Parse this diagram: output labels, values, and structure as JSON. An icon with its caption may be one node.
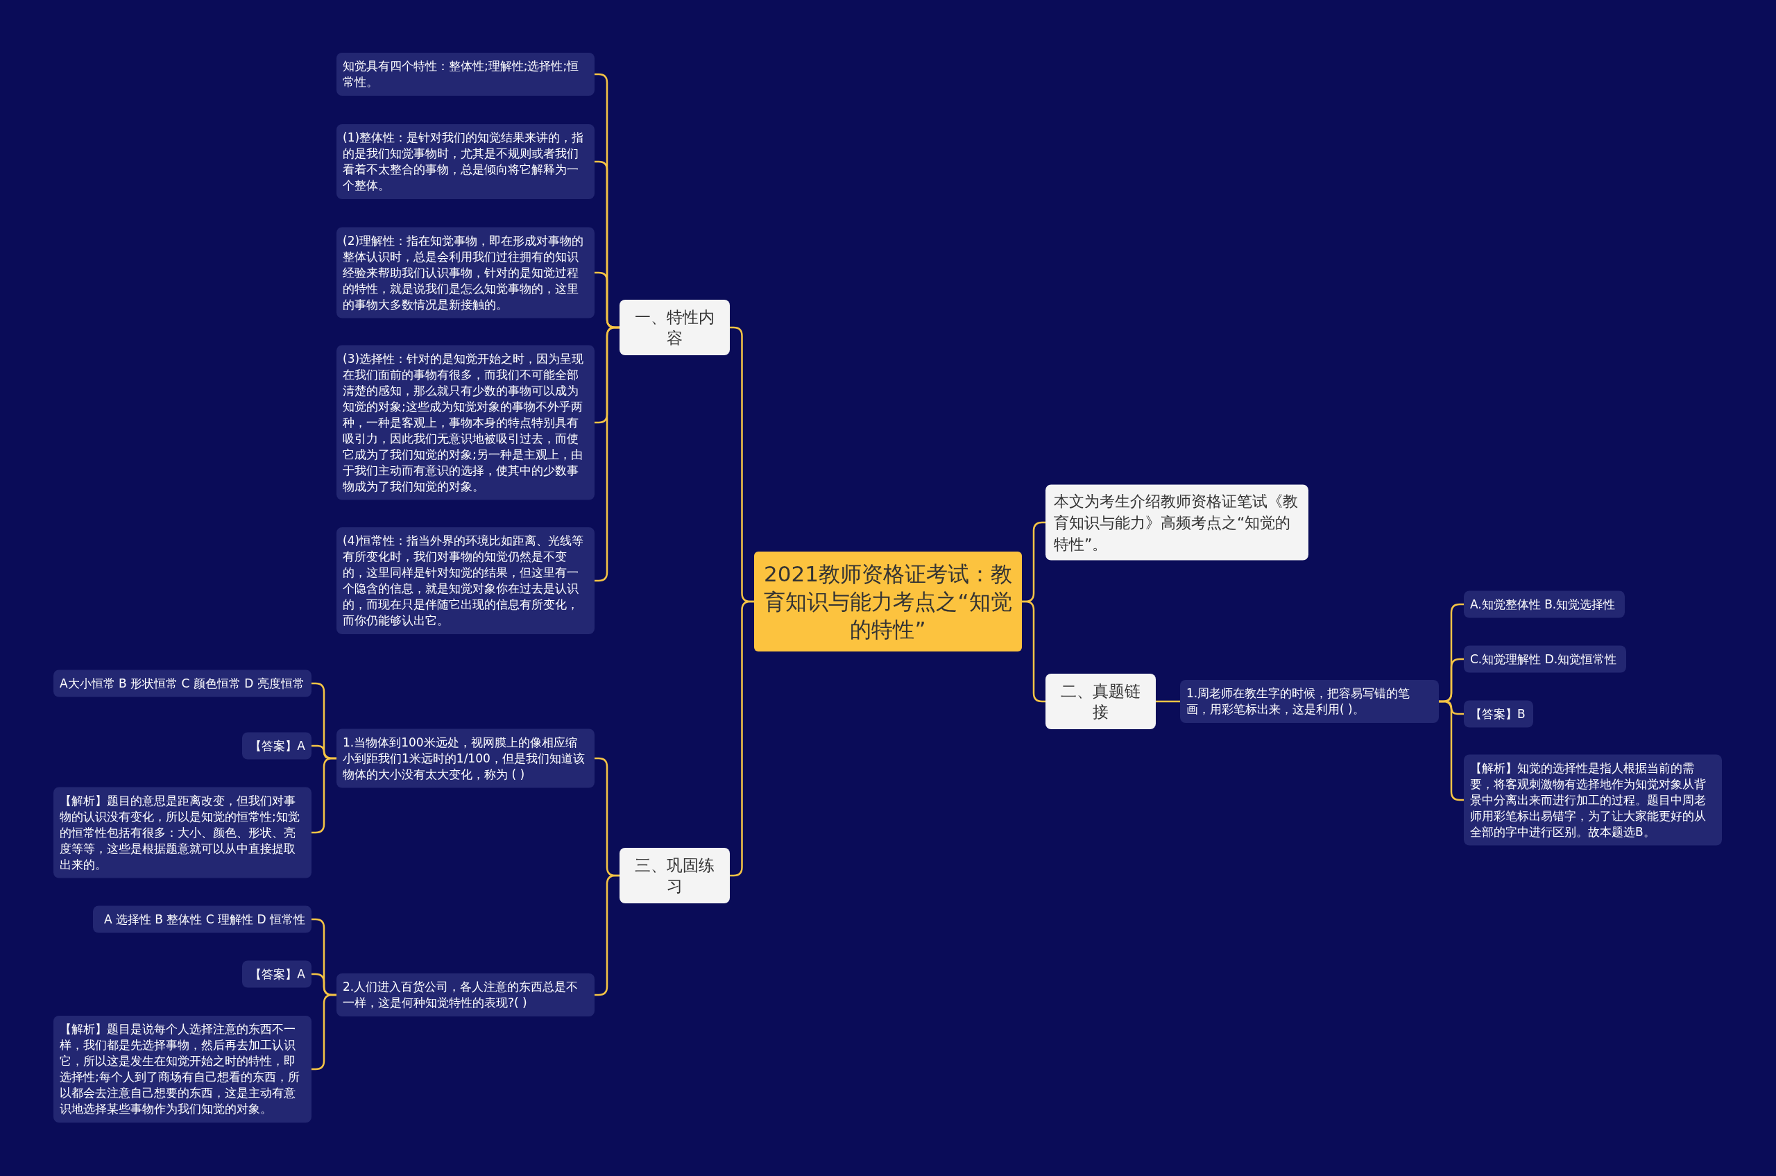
{
  "diagram": {
    "nodes": [
      {
        "text": [
          "2021教师资格证考试：教育知识与能力考点之“知觉的特性”"
        ]
      },
      {
        "text": [
          "一、特性内容"
        ]
      },
      {
        "text": [
          "知觉具有四个特性：整体性;理解性;选择性;恒常性。"
        ]
      },
      {
        "text": [
          "(1)整体性：是针对我们的知觉结果来讲的，指的是我们知觉事物时，尤其是不规则或者我们看着不太整合的事物，总是倾向将它解释为一个整体。"
        ]
      },
      {
        "text": [
          "(2)理解性：指在知觉事物，即在形成对事物的整体认识时，总是会利用我们过往拥有的知识经验来帮助我们认识事物，针对的是知觉过程的特性，就是说我们是怎么知觉事物的，这里的事物大多数情况是新接触的。"
        ]
      },
      {
        "text": [
          "(3)选择性：针对的是知觉开始之时，因为呈现在我们面前的事物有很多，而我们不可能全部清楚的感知，那么就只有少数的事物可以成为知觉的对象;这些成为知觉对象的事物不外乎两种，一种是客观上，事物本身的特点特别具有吸引力，因此我们无意识地被吸引过去，而使它成为了我们知觉的对象;另一种是主观上，由于我们主动而有意识的选择，使其中的少数事物成为了我们知觉的对象。"
        ]
      },
      {
        "text": [
          "(4)恒常性：指当外界的环境比如距离、光线等有所变化时，我们对事物的知觉仍然是不变的，这里同样是针对知觉的结果，但这里有一个隐含的信息，就是知觉对象你在过去是认识的，而现在只是伴随它出现的信息有所变化，而你仍能够认出它。"
        ]
      },
      {
        "text": [
          "本文为考生介绍教师资格证笔试《教育知识与能力》高频考点之“知觉的特性”。"
        ]
      },
      {
        "text": [
          "二、真题链接"
        ]
      },
      {
        "text": [
          "1.周老师在教生字的时候，把容易写错的笔画，用彩笔标出来，这是利用( )。"
        ]
      },
      {
        "text": [
          "A.知觉整体性 B.知觉选择性"
        ]
      },
      {
        "text": [
          "C.知觉理解性 D.知觉恒常性"
        ]
      },
      {
        "text": [
          "【答案】B"
        ]
      },
      {
        "text": [
          "【解析】知觉的选择性是指人根据当前的需要，将客观刺激物有选择地作为知觉对象从背景中分离出来而进行加工的过程。题目中周老师用彩笔标出易错字，为了让大家能更好的从全部的字中进行区别。故本题选B。"
        ]
      },
      {
        "text": [
          "三、巩固练习"
        ]
      },
      {
        "text": [
          "1.当物体到100米远处，视网膜上的像相应缩小到距我们1米远时的1/100，但是我们知道该物体的大小没有太大变化，称为 ( )"
        ]
      },
      {
        "text": [
          "A大小恒常 B 形状恒常 C 颜色恒常 D 亮度恒常"
        ]
      },
      {
        "text": [
          "【答案】A"
        ]
      },
      {
        "text": [
          "【解析】题目的意思是距离改变，但我们对事物的认识没有变化，所以是知觉的恒常性;知觉的恒常性包括有很多：大小、颜色、形状、亮度等等，这些是根据题意就可以从中直接提取出来的。"
        ]
      },
      {
        "text": [
          "2.人们进入百货公司，各人注意的东西总是不一样，这是何种知觉特性的表现?( )"
        ]
      },
      {
        "text": [
          "A 选择性 B 整体性 C 理解性 D 恒常性"
        ]
      },
      {
        "text": [
          "【答案】A"
        ]
      },
      {
        "text": [
          "【解析】题目是说每个人选择注意的东西不一样，我们都是先选择事物，然后再去加工认识它，所以这是发生在知觉开始之时的特性，即选择性;每个人到了商场有自己想看的东西，所以都会去注意自己想要的东西，这是主动有意识地选择某些事物作为我们知觉的对象。"
        ]
      }
    ],
    "edges": [
      {
        "from": 0,
        "to": 1,
        "arrow": "none"
      },
      {
        "from": 1,
        "to": 2,
        "arrow": "none"
      },
      {
        "from": 1,
        "to": 3,
        "arrow": "none"
      },
      {
        "from": 1,
        "to": 4,
        "arrow": "none"
      },
      {
        "from": 1,
        "to": 5,
        "arrow": "none"
      },
      {
        "from": 1,
        "to": 6,
        "arrow": "none"
      },
      {
        "from": 0,
        "to": 7,
        "arrow": "none"
      },
      {
        "from": 0,
        "to": 8,
        "arrow": "none"
      },
      {
        "from": 8,
        "to": 9,
        "arrow": "none"
      },
      {
        "from": 9,
        "to": 10,
        "arrow": "none"
      },
      {
        "from": 9,
        "to": 11,
        "arrow": "none"
      },
      {
        "from": 9,
        "to": 12,
        "arrow": "none"
      },
      {
        "from": 9,
        "to": 13,
        "arrow": "none"
      },
      {
        "from": 0,
        "to": 14,
        "arrow": "none"
      },
      {
        "from": 14,
        "to": 15,
        "arrow": "none"
      },
      {
        "from": 15,
        "to": 16,
        "arrow": "none"
      },
      {
        "from": 15,
        "to": 17,
        "arrow": "none"
      },
      {
        "from": 15,
        "to": 18,
        "arrow": "none"
      },
      {
        "from": 14,
        "to": 19,
        "arrow": "none"
      },
      {
        "from": 19,
        "to": 20,
        "arrow": "none"
      },
      {
        "from": 19,
        "to": 21,
        "arrow": "none"
      },
      {
        "from": 19,
        "to": 22,
        "arrow": "none"
      }
    ]
  }
}
